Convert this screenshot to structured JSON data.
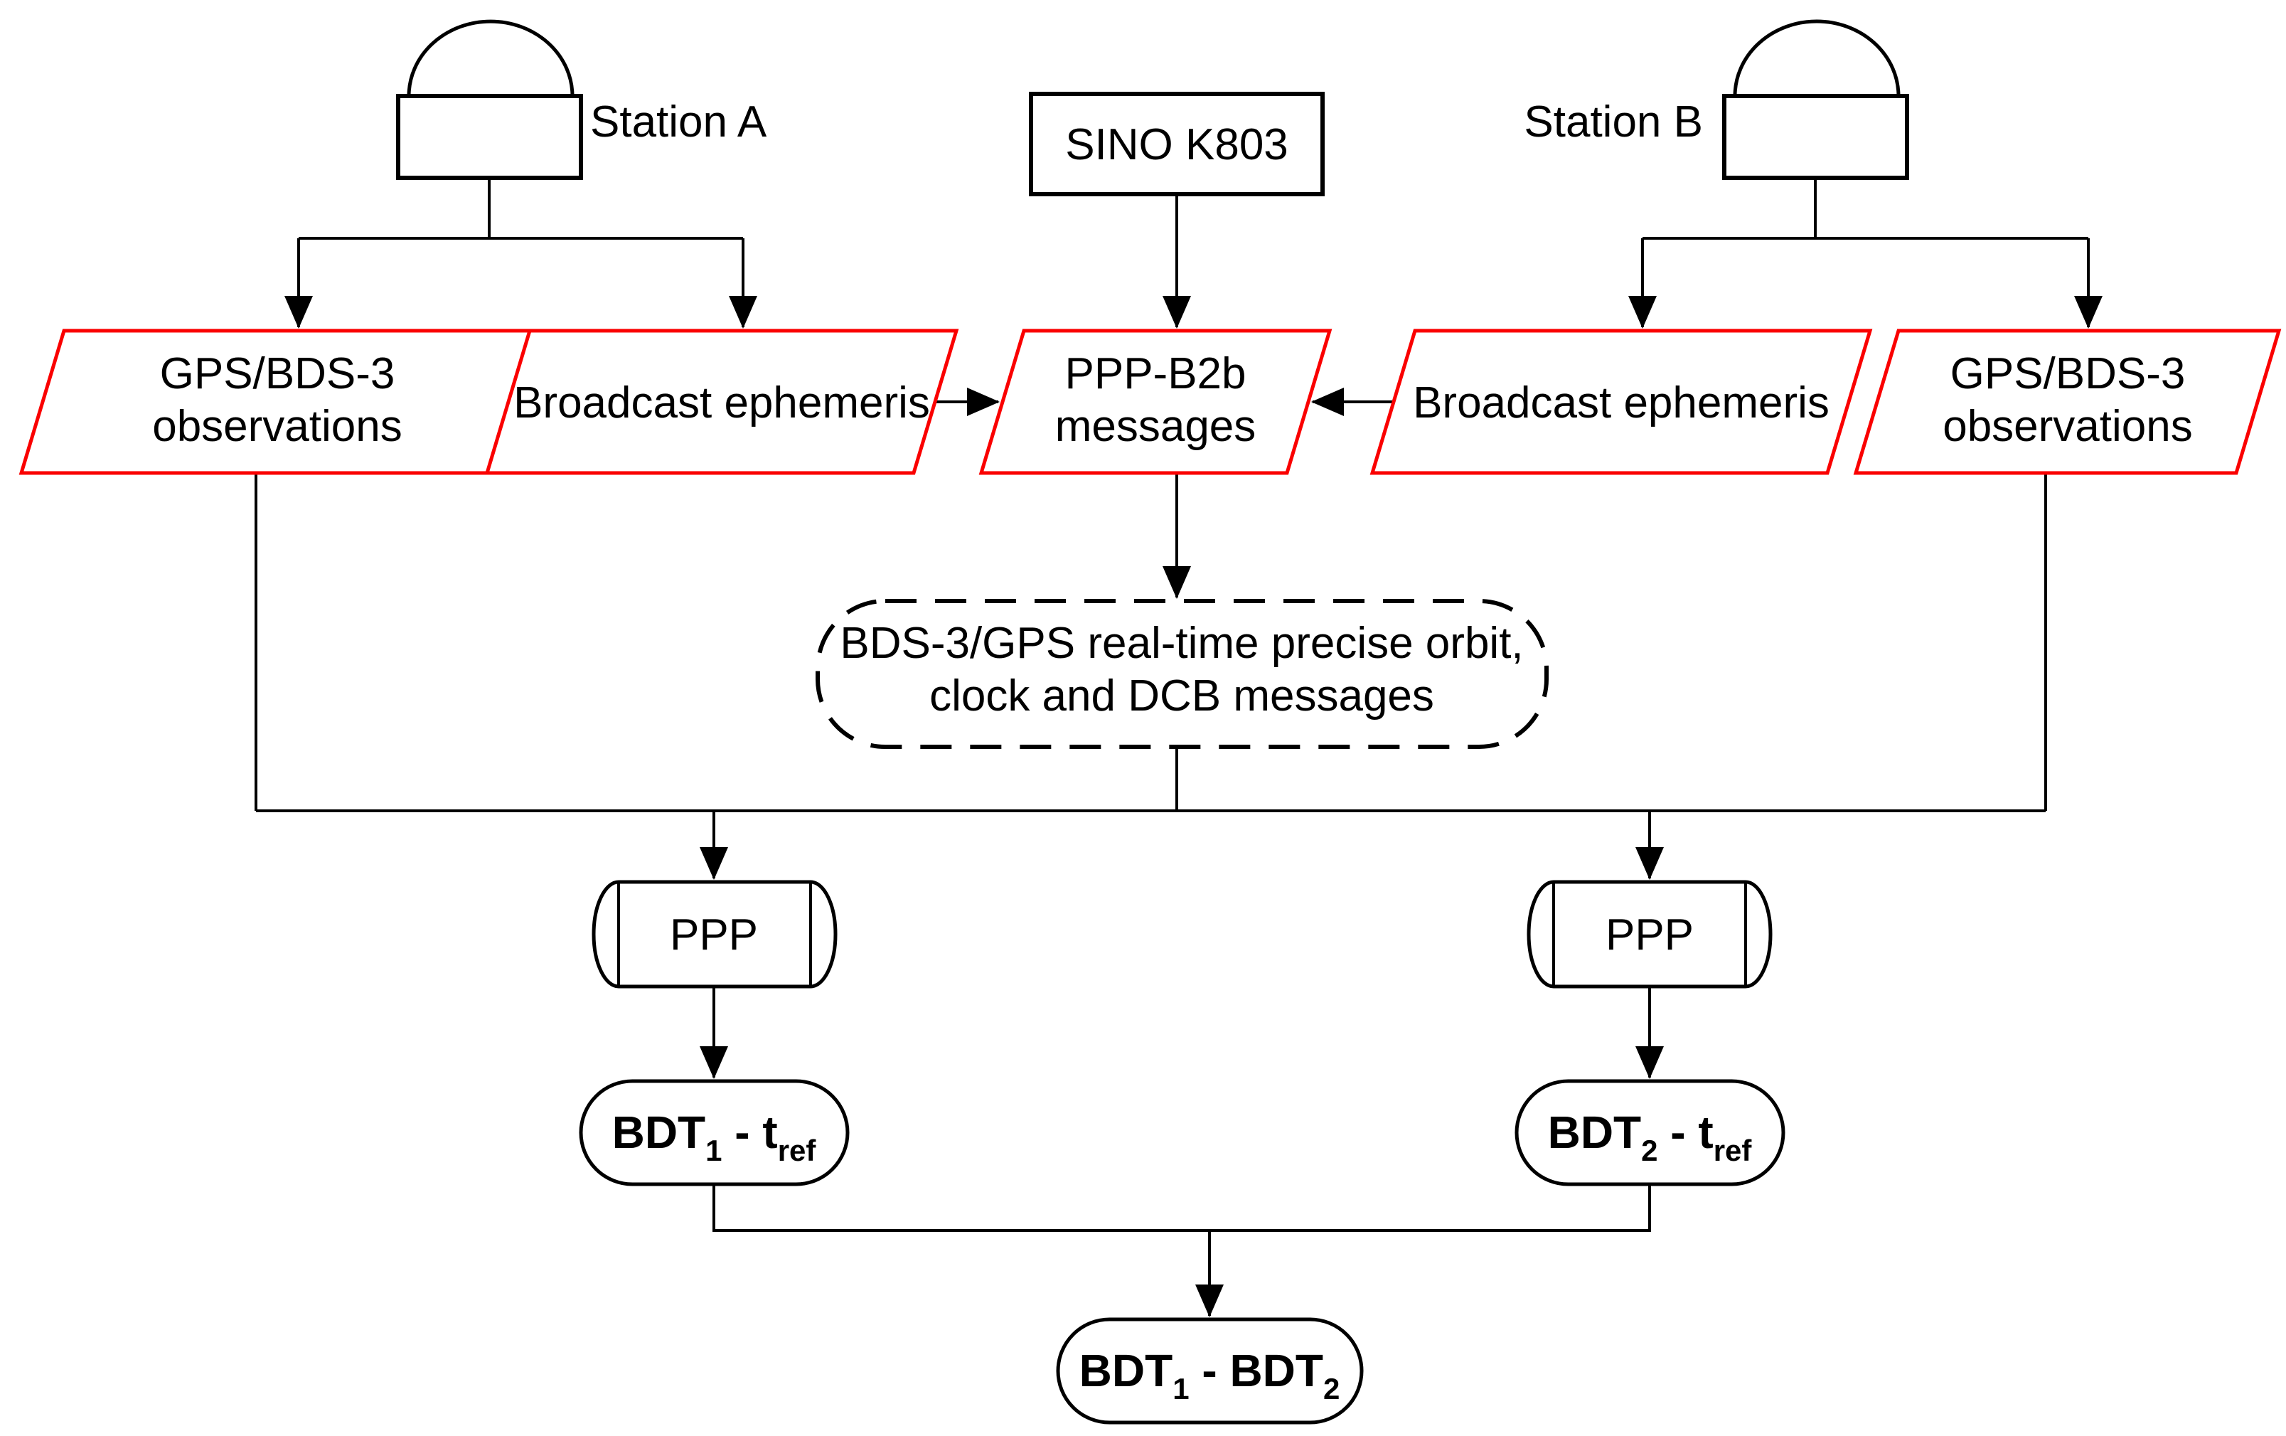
{
  "figure": {
    "background": "#ffffff",
    "accent_red": "#fa0000",
    "line_color": "#000000"
  },
  "stations": {
    "a_label": "Station A",
    "b_label": "Station B"
  },
  "receiver_box_label": "SINO K803",
  "parallelograms": {
    "obs_a_line1": "GPS/BDS-3",
    "obs_a_line2": "observations",
    "ephemeris_a_label": "Broadcast ephemeris",
    "b2b_line1": "PPP-B2b",
    "b2b_line2": "messages",
    "ephemeris_b_label": "Broadcast ephemeris",
    "obs_b_line1": "GPS/BDS-3",
    "obs_b_line2": "observations"
  },
  "corrections_box": {
    "line1": "BDS-3/GPS real-time precise orbit,",
    "line2": "clock and DCB messages"
  },
  "processing": {
    "ppp_left_label": "PPP",
    "ppp_right_label": "PPP"
  },
  "outputs": {
    "bdt1": {
      "base": "BDT",
      "sub": "1",
      "mid": " - t",
      "subref": "ref"
    },
    "bdt2": {
      "base": "BDT",
      "sub": "2",
      "mid": " - t",
      "subref": "ref"
    },
    "diff": {
      "base": "BDT",
      "sub": "1",
      "mid": " - BDT",
      "sub2": "2"
    }
  }
}
